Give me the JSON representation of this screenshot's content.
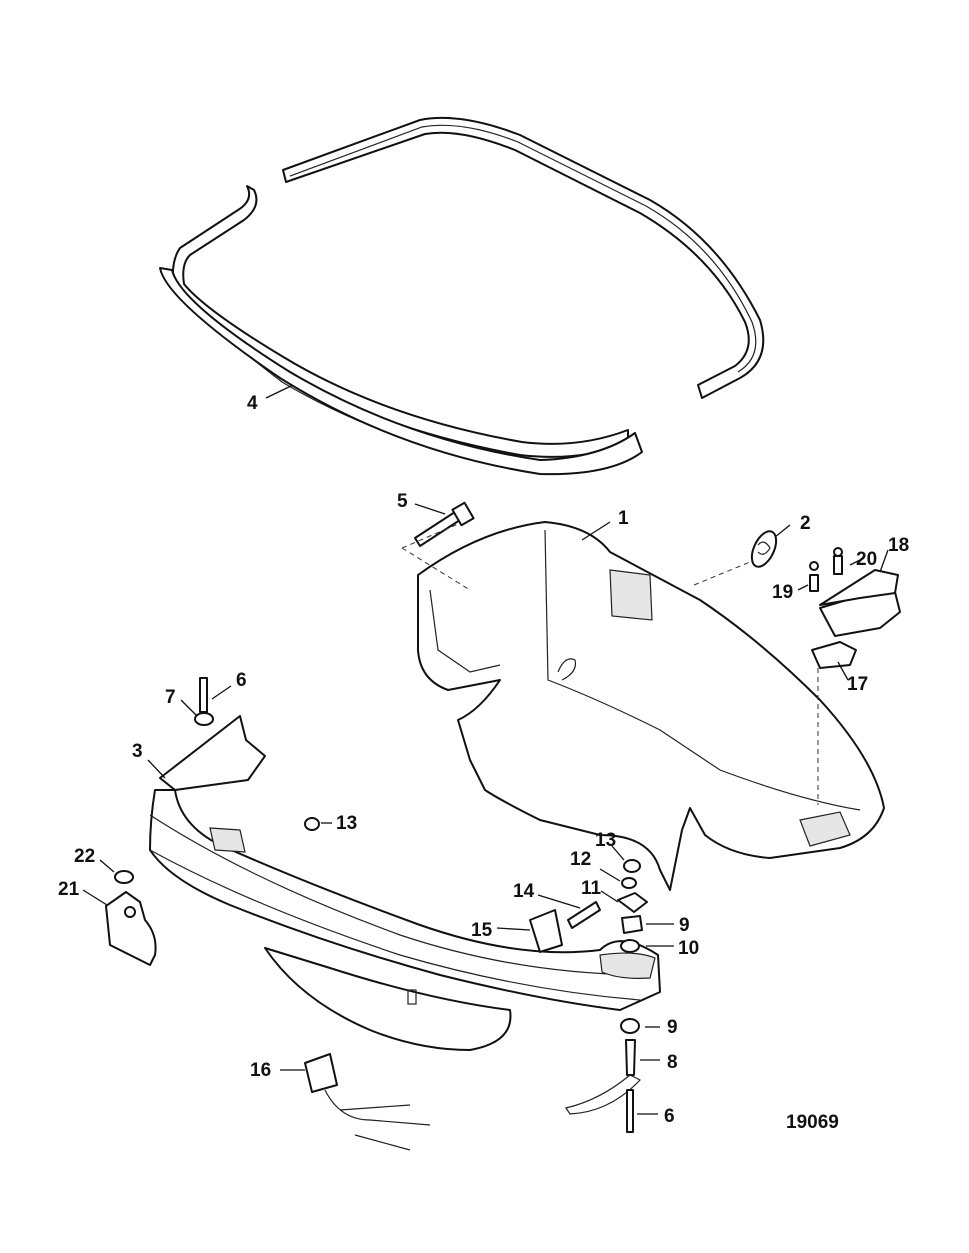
{
  "figure_number": "19069",
  "callouts": {
    "c1": "1",
    "c2": "2",
    "c3": "3",
    "c4": "4",
    "c5": "5",
    "c6a": "6",
    "c6b": "6",
    "c7": "7",
    "c8": "8",
    "c9a": "9",
    "c9b": "9",
    "c10": "10",
    "c11": "11",
    "c12": "12",
    "c13a": "13",
    "c13b": "13",
    "c14": "14",
    "c15": "15",
    "c16": "16",
    "c17": "17",
    "c18": "18",
    "c19": "19",
    "c20": "20",
    "c21": "21",
    "c22": "22"
  }
}
